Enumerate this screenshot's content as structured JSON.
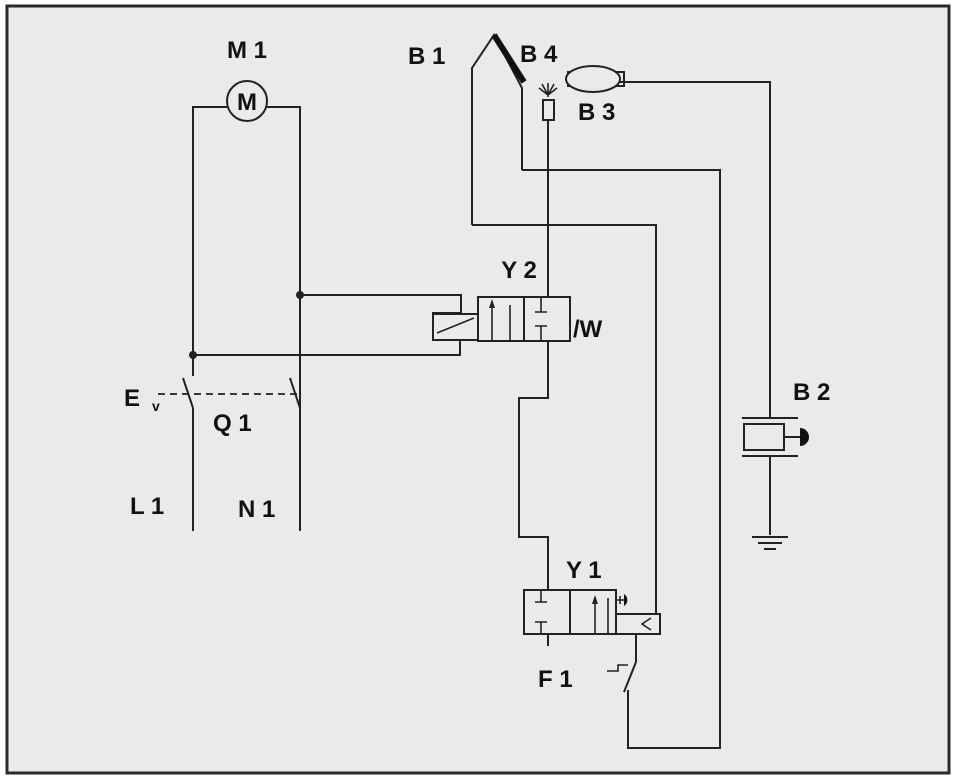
{
  "colors": {
    "background": "#e9eaec",
    "frame": "#2a2a2a",
    "wire": "#222222"
  },
  "labels": {
    "m1": "M 1",
    "motor_symbol": "M",
    "b1": "B 1",
    "b4": "B 4",
    "b3": "B 3",
    "b2": "B 2",
    "y2": "Y 2",
    "w": "/W",
    "ev_e": "E",
    "ev_v": "v",
    "q1": "Q 1",
    "l1": "L 1",
    "n1": "N 1",
    "y1": "Y 1",
    "f1": "F 1"
  }
}
